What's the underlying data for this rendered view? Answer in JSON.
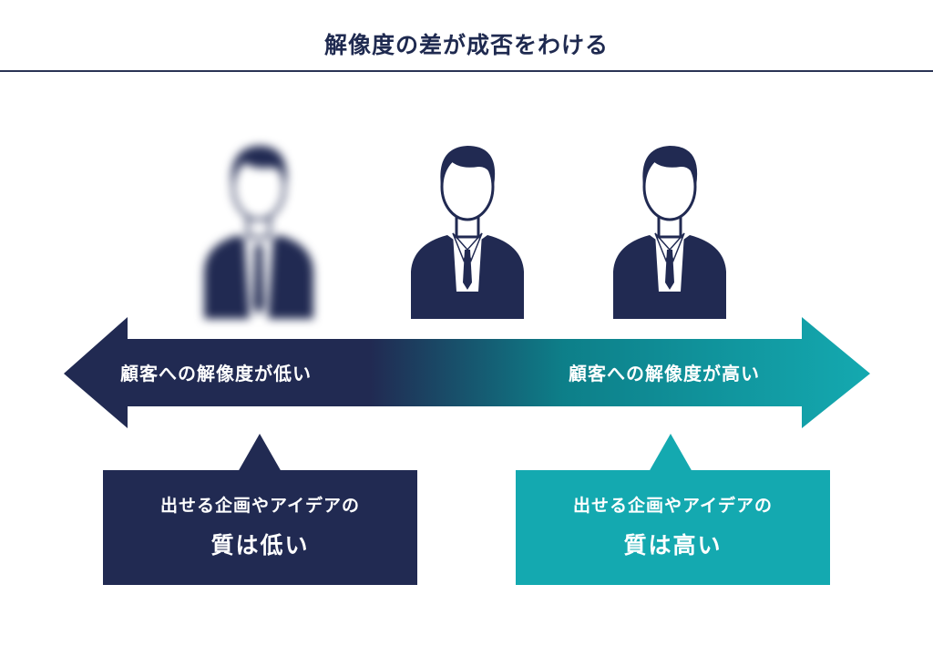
{
  "title": "解像度の差が成否をわける",
  "arrow": {
    "left_label": "顧客への解像度が低い",
    "right_label": "顧客への解像度が高い",
    "color_left": "#212a52",
    "color_right": "#14a9b0"
  },
  "figures": [
    {
      "icon": "person-blurred-icon"
    },
    {
      "icon": "person-medium-icon"
    },
    {
      "icon": "person-sharp-icon"
    }
  ],
  "callouts": {
    "low": {
      "line1": "出せる企画やアイデアの",
      "line2": "質は低い",
      "color": "#212a52"
    },
    "high": {
      "line1": "出せる企画やアイデアの",
      "line2": "質は高い",
      "color": "#14a9b0"
    }
  }
}
